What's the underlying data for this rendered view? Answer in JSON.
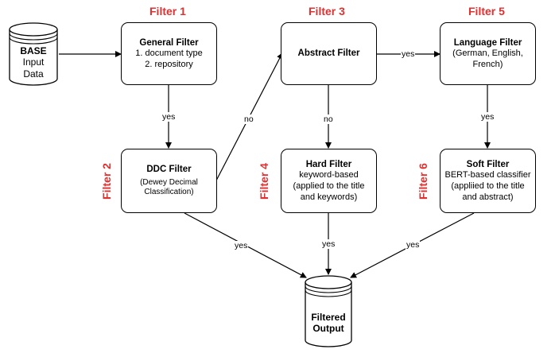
{
  "headings": {
    "filter1": "Filter 1",
    "filter2": "Filter 2",
    "filter3": "Filter 3",
    "filter4": "Filter 4",
    "filter5": "Filter 5",
    "filter6": "Filter 6",
    "color": "#e03030"
  },
  "input": {
    "line1": "BASE",
    "line2": "Input",
    "line3": "Data"
  },
  "output": {
    "line1": "Filtered",
    "line2": "Output"
  },
  "general": {
    "title": "General Filter",
    "line1": "1. document type",
    "line2": "2. repository"
  },
  "ddc": {
    "title": "DDC Filter",
    "line1": "(Dewey Decimal",
    "line2": "Classification)"
  },
  "abstract": {
    "title": "Abstract Filter"
  },
  "hard": {
    "title": "Hard Filter",
    "line1": "keyword-based",
    "line2": "(applied to the title",
    "line3": "and keywords)"
  },
  "language": {
    "title": "Language Filter",
    "line1": "(German, English,",
    "line2": "French)"
  },
  "soft": {
    "title": "Soft Filter",
    "line1": "BERT-based classifier",
    "line2": "(appliied to the title",
    "line3": "and abstract)"
  },
  "edges": {
    "general_ddc": "yes",
    "ddc_abstract": "no",
    "abstract_hard": "no",
    "abstract_language": "yes",
    "language_soft": "yes",
    "ddc_output": "yes",
    "hard_output": "yes",
    "soft_output": "yes"
  }
}
